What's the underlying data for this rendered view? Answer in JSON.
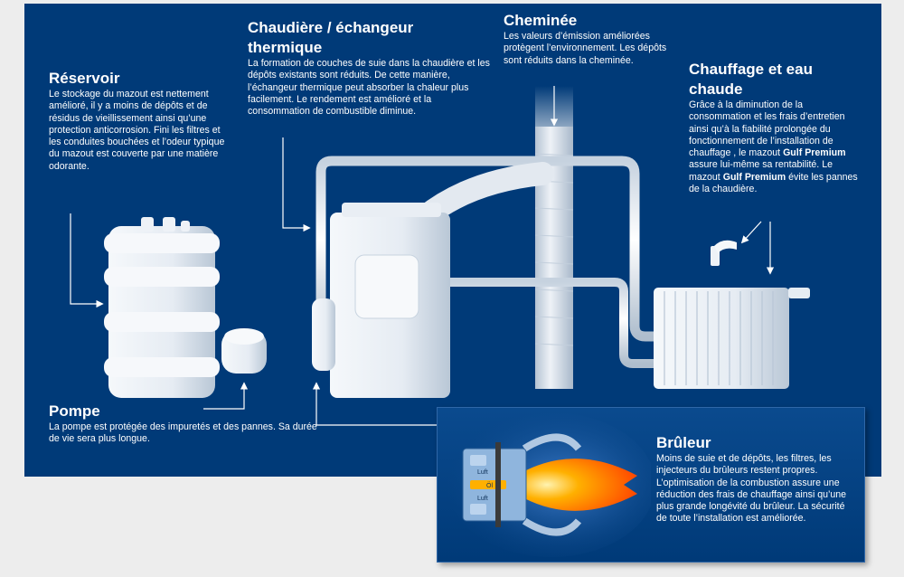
{
  "sections": {
    "reservoir": {
      "title": "Réservoir",
      "text": "Le stockage du mazout est nettement amélioré, il y a moins de dépôts et de résidus de vieillissement ainsi qu’une protection anticorrosion.  Fini les filtres et les conduites bouchées et l’odeur typique du mazout est couverte par une matière odorante."
    },
    "chaudiere": {
      "title_line1": "Chaudière / échangeur",
      "title_line2": "thermique",
      "text": "La formation de couches de suie dans la chaudière et les dépôts existants sont réduits. De cette manière, l’échangeur thermique peut absorber la chaleur plus facilement. Le rendement est amélioré et la consommation de combustible diminue."
    },
    "cheminee": {
      "title": "Cheminée",
      "text": "Les valeurs d’émission améliorées protègent l’environnement. Les dépôts sont réduits dans la cheminée."
    },
    "chauffage": {
      "title_line1": "Chauffage et eau",
      "title_line2": "chaude",
      "text_part1": "Grâce à la diminution de la consommation et les frais d’entretien ainsi qu’à la fiabilité prolongée du fonctionnement de l’installation de chauffage , le mazout",
      "brand": "Gulf Premium",
      "text_part2": "assure lui-même sa rentabilité. Le mazout",
      "text_part3": "évite les pannes de la chaudière."
    },
    "pompe": {
      "title": "Pompe",
      "text": "La pompe est protégée des impuretés et des pannes. Sa durée de vie sera plus longue."
    },
    "bruleur": {
      "title": "Brûleur",
      "text": "Moins de suie et de dépôts, les filtres, les injecteurs du brûleurs restent propres. L’optimisation de la combustion assure une réduction des frais de chauffage ainsi qu’une plus grande longévité du brûleur. La sécurité de toute l’installation est améliorée."
    }
  },
  "burner_labels": {
    "air_top": "Luft",
    "oil": "Öl",
    "air_bottom": "Luft"
  },
  "colors": {
    "panel": "#003a78",
    "equipment": "#eef2f7",
    "flame": "#ff7a00"
  }
}
